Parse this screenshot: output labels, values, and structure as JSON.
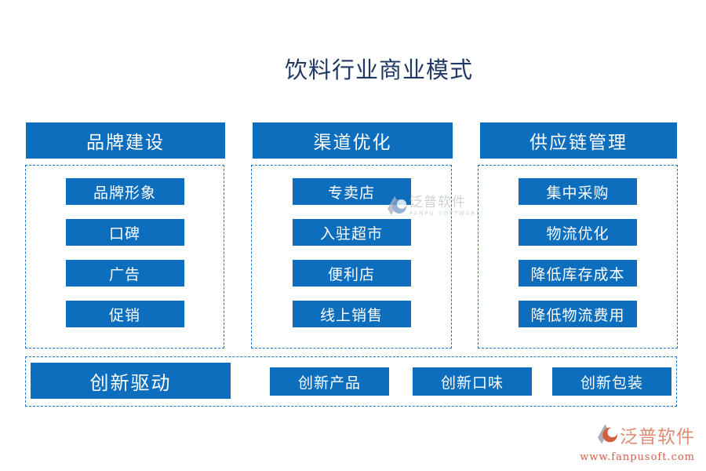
{
  "title": "饮料行业商业模式",
  "colors": {
    "box_blue": "#0d6ebe",
    "dash_border_blue": "#1777cf",
    "title_navy": "#1f3864",
    "watermark_gray": "#c2c5cc",
    "watermark_salmon": "#dd8b73",
    "watermark_red": "#d2604a"
  },
  "columns": [
    {
      "header": "品牌建设",
      "items": [
        "品牌形象",
        "口碑",
        "广告",
        "促销"
      ]
    },
    {
      "header": "渠道优化",
      "items": [
        "专卖店",
        "入驻超市",
        "便利店",
        "线上销售"
      ]
    },
    {
      "header": "供应链管理",
      "items": [
        "集中采购",
        "物流优化",
        "降低库存成本",
        "降低物流费用"
      ]
    }
  ],
  "bottom": {
    "driver": "创新驱动",
    "items": [
      "创新产品",
      "创新口味",
      "创新包装"
    ]
  },
  "watermark_center": {
    "name": "泛普软件",
    "subtitle": "FANPU SOFTWARE"
  },
  "watermark_corner": {
    "name": "泛普软件",
    "url": "www.fanpusoft.com"
  }
}
